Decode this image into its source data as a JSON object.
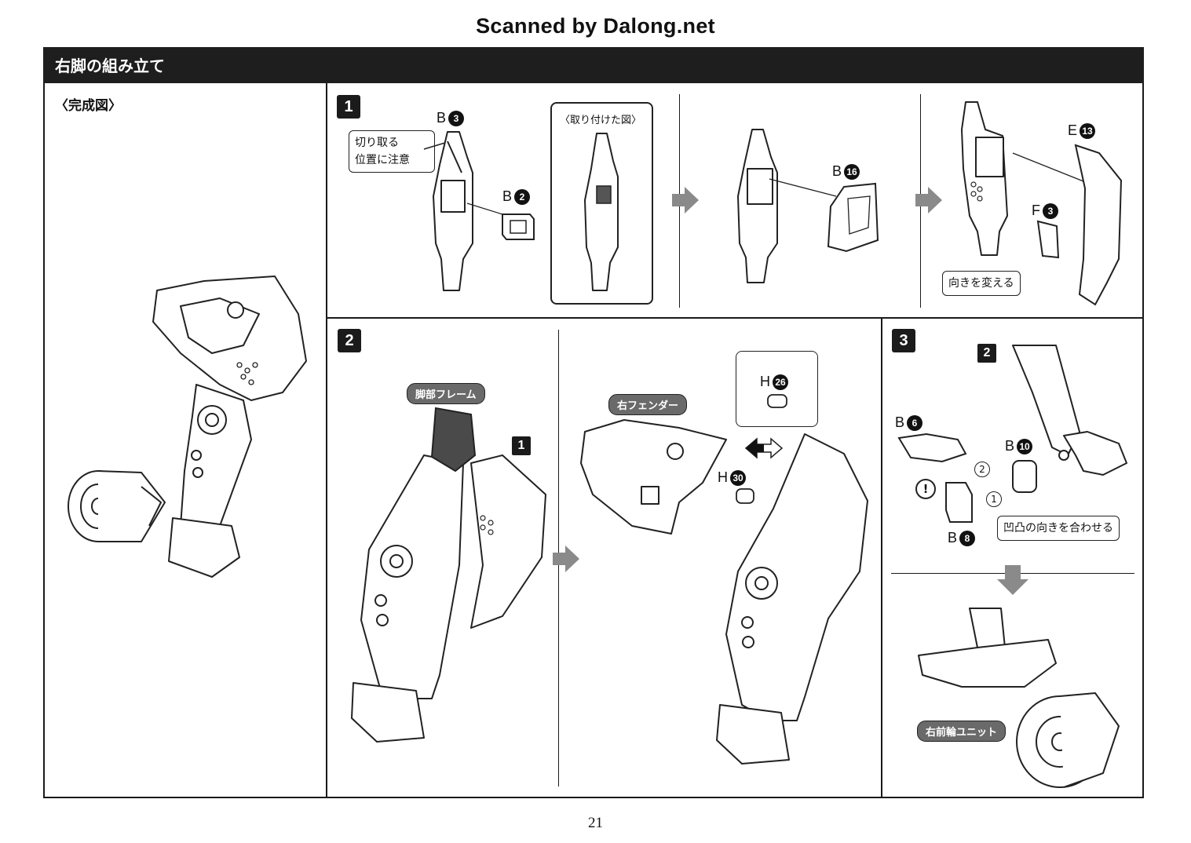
{
  "header": {
    "scan_credit": "Scanned by Dalong.net"
  },
  "section": {
    "title": "右脚の組み立て"
  },
  "completed": {
    "title": "〈完成図〉"
  },
  "step1": {
    "number": "1",
    "caution_line1": "切り取る",
    "caution_line2": "位置に注意",
    "attached_view_title": "〈取り付けた図〉",
    "change_direction": "向きを変える",
    "parts": [
      {
        "letter": "B",
        "num": "3"
      },
      {
        "letter": "B",
        "num": "2"
      },
      {
        "letter": "B",
        "num": "16"
      },
      {
        "letter": "E",
        "num": "13"
      },
      {
        "letter": "F",
        "num": "3"
      }
    ]
  },
  "step2": {
    "number": "2",
    "ref_step": "1",
    "leg_frame": "脚部フレーム",
    "right_fender": "右フェンダー",
    "parts": [
      {
        "letter": "H",
        "num": "26"
      },
      {
        "letter": "H",
        "num": "30"
      }
    ]
  },
  "step3": {
    "number": "3",
    "ref_step": "2",
    "align_note": "凹凸の向きを合わせる",
    "caution_mark": "!",
    "order_first": "1",
    "order_second": "2",
    "front_wheel_unit": "右前輪ユニット",
    "parts": [
      {
        "letter": "B",
        "num": "6"
      },
      {
        "letter": "B",
        "num": "10"
      },
      {
        "letter": "B",
        "num": "8"
      }
    ]
  },
  "footer": {
    "page_number": "21"
  },
  "colors": {
    "bar": "#1e1e1e",
    "frame_part": "#4a4a4a",
    "pill": "#6a6a6a",
    "arrow": "#8a8a8a"
  }
}
